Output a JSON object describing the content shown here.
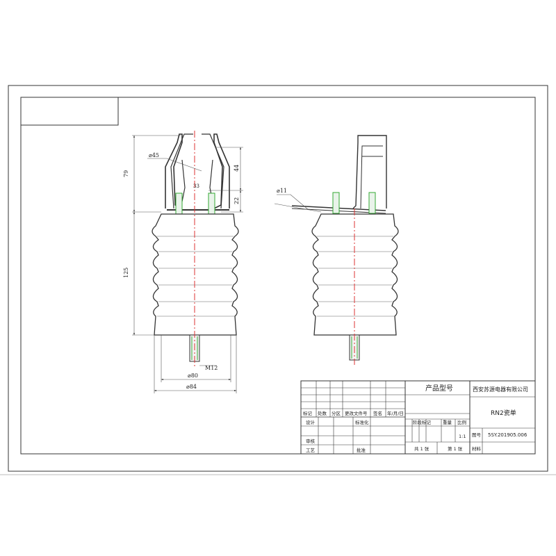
{
  "dimensions": {
    "d45": "⌀45",
    "h79": "79",
    "h44": "44",
    "h22": "22",
    "h125": "125",
    "m12": "M12",
    "d80": "⌀80",
    "d84": "⌀84",
    "d11": "⌀11",
    "c33": "33"
  },
  "title_block": {
    "product_model_label": "产品型号",
    "company": "西安苏源电器有限公司",
    "part_name": "RN2瓷单",
    "header_mark": "标记",
    "header_count": "处数",
    "header_zone": "分区",
    "header_change_doc": "更改文件号",
    "header_sign": "签名",
    "header_date": "年/月/日",
    "design": "设计",
    "standardize": "标准化",
    "stage_mark": "阶段标记",
    "weight": "重量",
    "scale_label": "比例",
    "scale_value": "1:1",
    "drawing_no_label": "图号",
    "drawing_no": "5SY.201905.006",
    "review": "审核",
    "process": "工艺",
    "approve": "批准",
    "total_sheets": "共 1 张",
    "sheet_no": "第 1 张",
    "material": "材料"
  }
}
